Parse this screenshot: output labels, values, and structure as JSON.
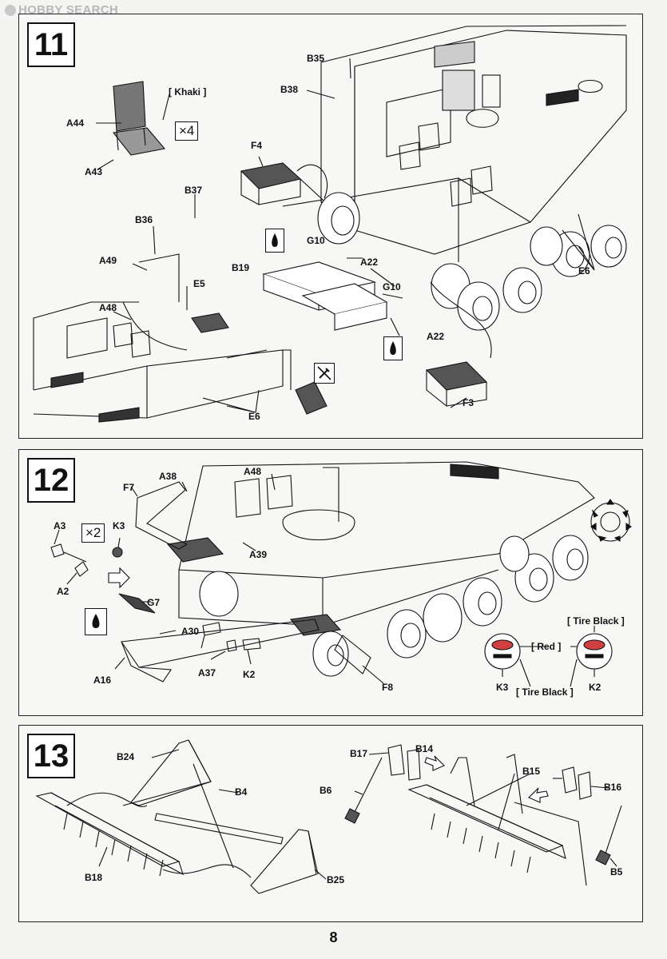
{
  "watermark": {
    "text": "HOBBY SEARCH"
  },
  "page_number": "8",
  "steps": [
    {
      "number": "11",
      "multiplier": "×4",
      "paint_notes": [
        "[ Khaki ]"
      ],
      "labels": [
        "B35",
        "B38",
        "F4",
        "A44",
        "A43",
        "B37",
        "B36",
        "A49",
        "E5",
        "A48",
        "G10",
        "B19",
        "G10",
        "A22",
        "A22",
        "F3",
        "E6",
        "E6"
      ]
    },
    {
      "number": "12",
      "multiplier": "×2",
      "paint_notes": [
        "[ Tire Black ]",
        "[ Red ]",
        "[ Tire Black ]"
      ],
      "labels": [
        "A38",
        "A48",
        "F7",
        "A3",
        "K3",
        "A2",
        "A39",
        "G7",
        "A30",
        "A16",
        "A37",
        "K2",
        "F8",
        "K3",
        "K2"
      ]
    },
    {
      "number": "13",
      "labels": [
        "B24",
        "B4",
        "B18",
        "B25",
        "B17",
        "B14",
        "B6",
        "B15",
        "B16",
        "B5"
      ]
    }
  ],
  "icons": [
    "glue-icon",
    "glue-icon",
    "do-not-glue-icon",
    "glue-icon"
  ],
  "colors": {
    "ink": "#111111",
    "paper": "#f7f7f5",
    "red_part": "#d04040"
  }
}
